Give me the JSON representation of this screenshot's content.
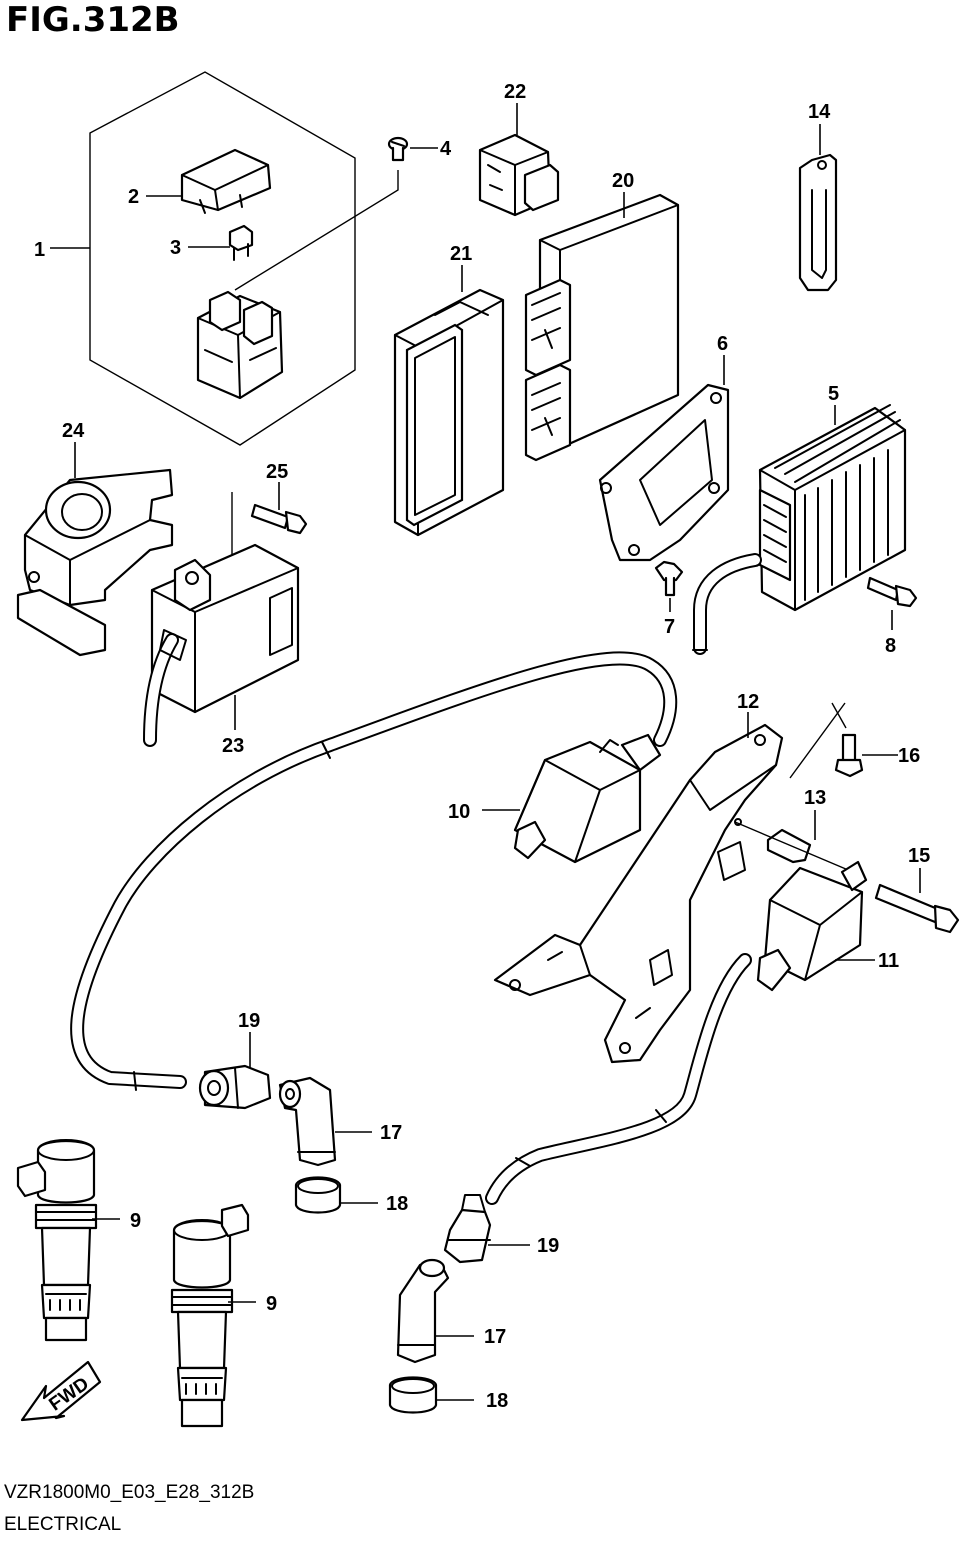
{
  "figure": {
    "title": "FIG.312B"
  },
  "footer": {
    "code": "VZR1800M0_E03_E28_312B",
    "section": "ELECTRICAL"
  },
  "fwd_label": "FWD",
  "callouts": {
    "c1": "1",
    "c2": "2",
    "c3": "3",
    "c4": "4",
    "c5": "5",
    "c6": "6",
    "c7": "7",
    "c8": "8",
    "c9a": "9",
    "c9b": "9",
    "c10": "10",
    "c11": "11",
    "c12": "12",
    "c13": "13",
    "c14": "14",
    "c15": "15",
    "c16": "16",
    "c17a": "17",
    "c17b": "17",
    "c18a": "18",
    "c18b": "18",
    "c19a": "19",
    "c19b": "19",
    "c20": "20",
    "c21": "21",
    "c22": "22",
    "c23": "23",
    "c24": "24",
    "c25": "25"
  }
}
